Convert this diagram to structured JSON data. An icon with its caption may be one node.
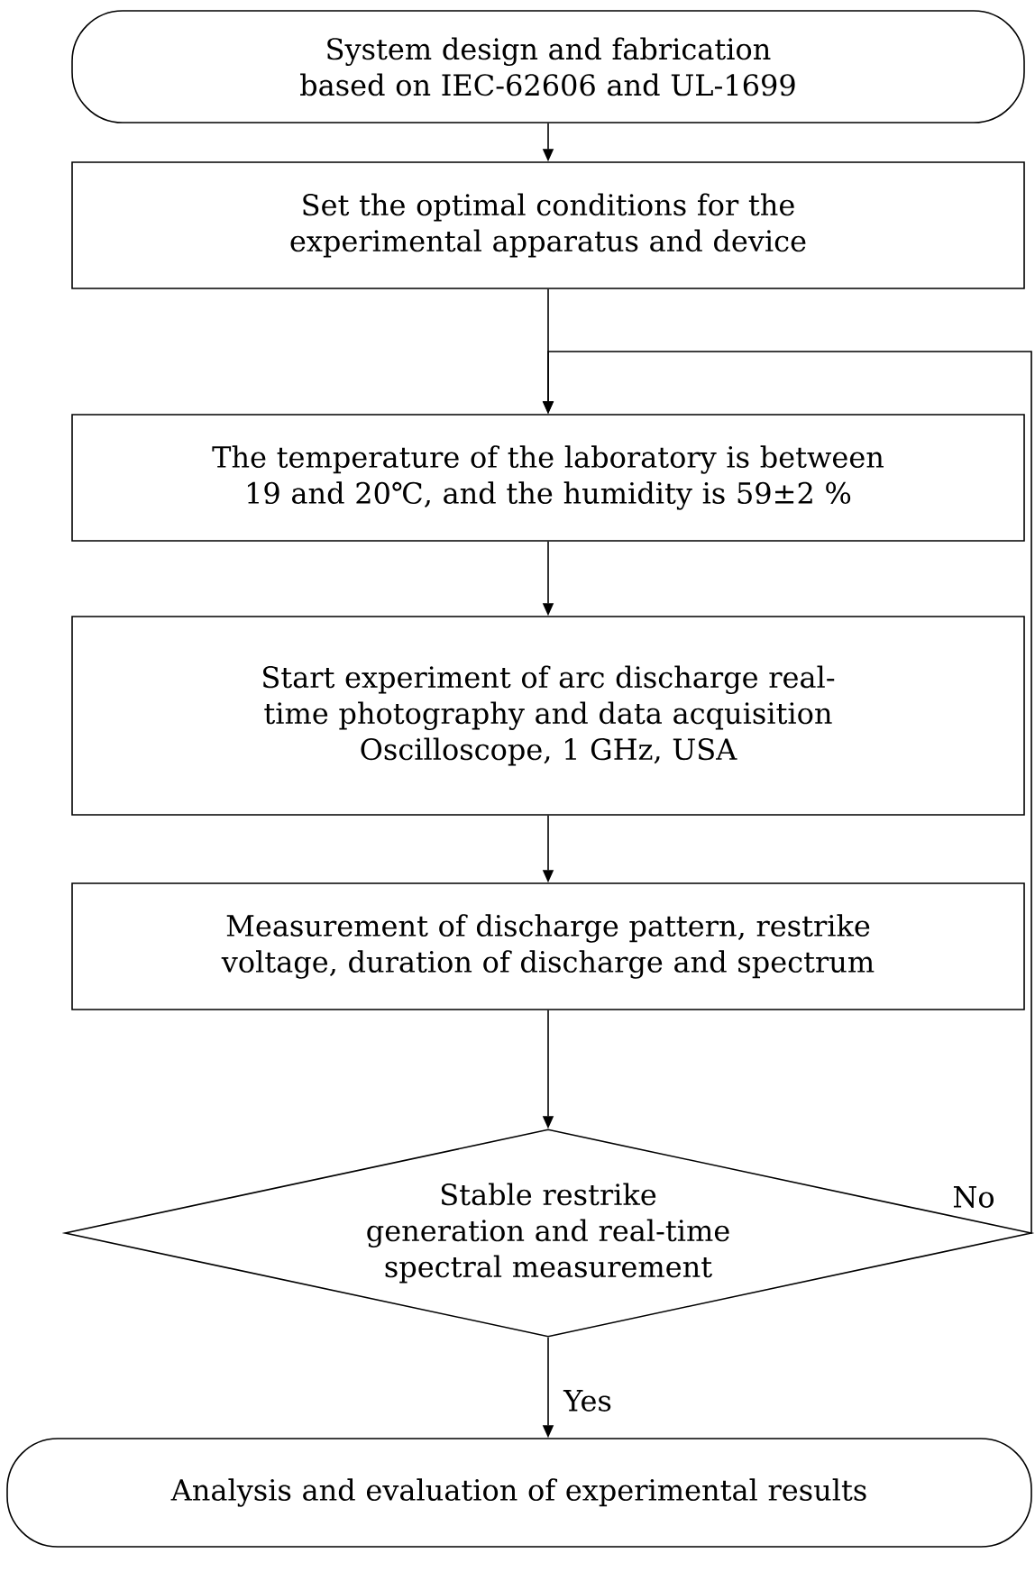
{
  "diagram": {
    "nodes": [
      {
        "text": [
          "System design and fabrication based on IEC-62606 and UL-1699"
        ]
      },
      {
        "text": [
          "Set the optimal conditions for the experimental apparatus and device"
        ]
      },
      {
        "text": [
          "The temperature of the laboratory is between 19 and 20℃, and the humidity is 59±2 %"
        ]
      },
      {
        "text": [
          "Start experiment of arc discharge real-time photography and data acquisition",
          "Oscilloscope, 1 GHz, USA"
        ]
      },
      {
        "text": [
          "Measurement of discharge pattern, restrike voltage, duration of discharge and spectrum"
        ]
      },
      {
        "text": [
          "Stable restrike generation and real-time spectral measurement"
        ]
      },
      {
        "text": [
          "Analysis and evaluation of experimental results"
        ]
      }
    ],
    "edges": [
      {
        "from": 0,
        "to": 1,
        "arrow": "to"
      },
      {
        "from": 1,
        "to": 2,
        "arrow": "to"
      },
      {
        "from": 2,
        "to": 3,
        "arrow": "to"
      },
      {
        "from": 3,
        "to": 4,
        "arrow": "to"
      },
      {
        "from": 4,
        "to": 5,
        "arrow": "to"
      },
      {
        "from": 5,
        "to": 6,
        "arrow": "to",
        "label": "Yes"
      },
      {
        "from": 5,
        "to": 2,
        "arrow": "to",
        "label": "No"
      }
    ]
  }
}
